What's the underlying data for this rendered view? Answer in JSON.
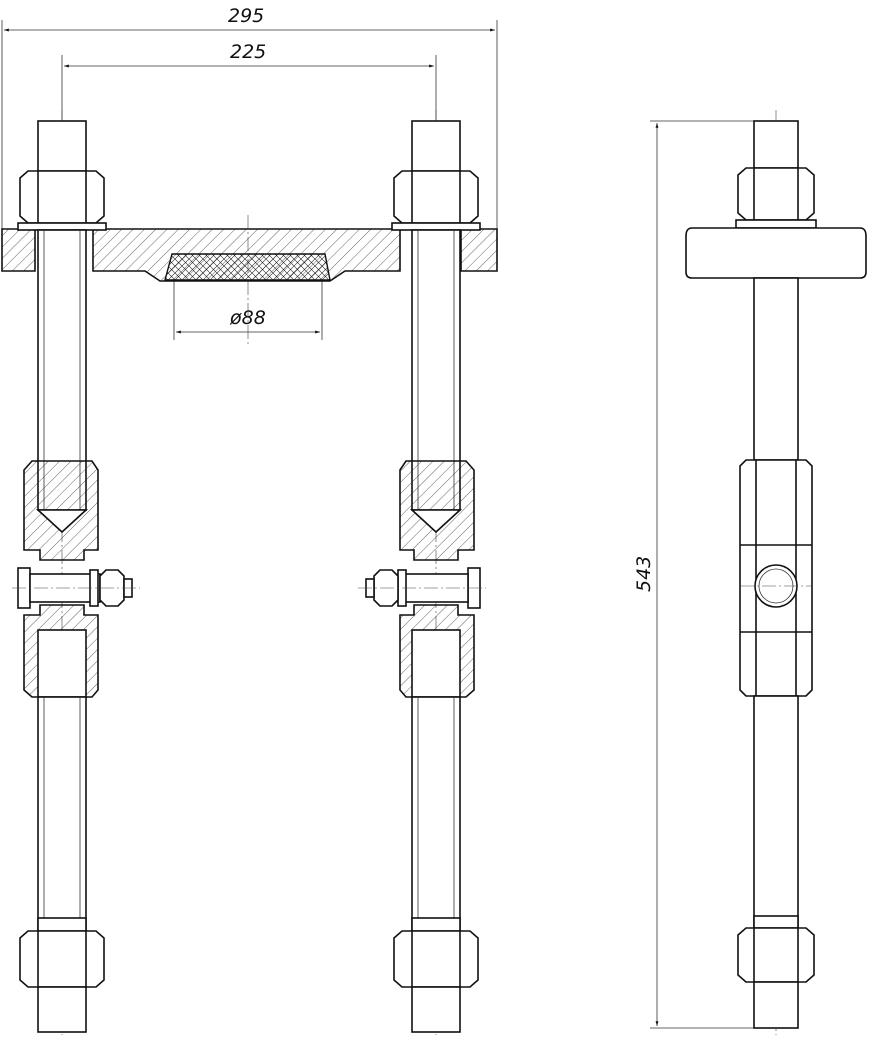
{
  "drawing": {
    "dimensions": {
      "overall_width": "295",
      "bolt_spacing": "225",
      "bore_diameter": "ø88",
      "overall_height": "543"
    }
  }
}
